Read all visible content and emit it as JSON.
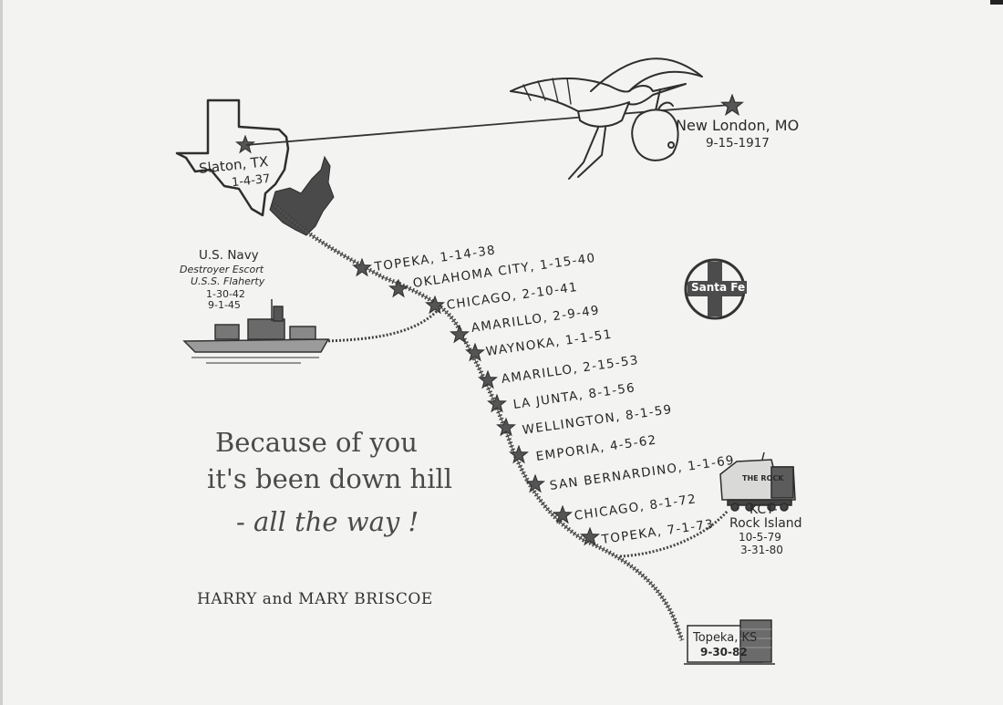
{
  "origin": {
    "place": "New London, MO",
    "date": "9-15-1917"
  },
  "texas": {
    "place": "Slaton, TX",
    "date": "1-4-37"
  },
  "navy": {
    "line1": "U.S. Navy",
    "line2": "Destroyer Escort",
    "line3": "U.S.S. Flaherty",
    "line4": "1-30-42",
    "line5": "9-1-45"
  },
  "stops": [
    {
      "text": "TOPEKA, 1-14-38"
    },
    {
      "text": "OKLAHOMA CITY, 1-15-40"
    },
    {
      "text": "CHICAGO, 2-10-41"
    },
    {
      "text": "AMARILLO, 2-9-49"
    },
    {
      "text": "WAYNOKA, 1-1-51"
    },
    {
      "text": "AMARILLO, 2-15-53"
    },
    {
      "text": "LA JUNTA, 8-1-56"
    },
    {
      "text": "WELLINGTON, 8-1-59"
    },
    {
      "text": "EMPORIA, 4-5-62"
    },
    {
      "text": "SAN BERNARDINO, 1-1-69"
    },
    {
      "text": "CHICAGO, 8-1-72"
    },
    {
      "text": "TOPEKA, 7-1-73"
    }
  ],
  "rock_island": {
    "line1": "KCT-",
    "line2": "Rock Island",
    "line3": "10-5-79",
    "line4": "3-31-80",
    "engine_text": "THE ROCK"
  },
  "final": {
    "place": "Topeka, KS",
    "date": "9-30-82"
  },
  "logo": {
    "text": "Santa Fe"
  },
  "motto": {
    "line1": "Because of you",
    "line2": "it's been down hill",
    "line3": "- all the way !"
  },
  "signature": "HARRY and MARY BRISCOE"
}
